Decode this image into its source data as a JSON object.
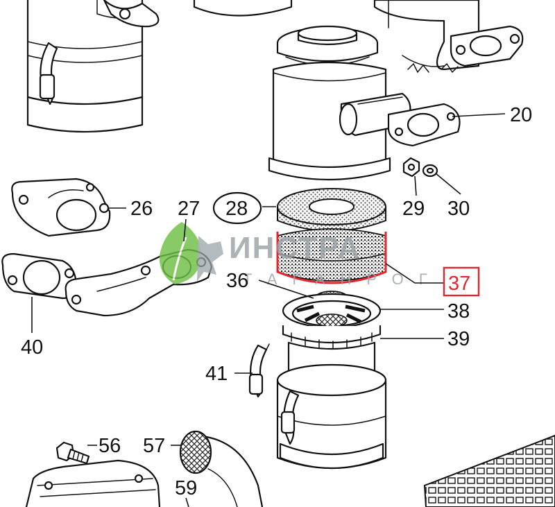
{
  "colors": {
    "line": "#111111",
    "highlight": "#e1262d",
    "watermark_green": "#6fbf45",
    "watermark_gray": "#9aa3a8"
  },
  "watermark": {
    "brand": "ИНСТРА",
    "sub": "ТАГАНРОГ"
  },
  "callouts": [
    {
      "id": "20",
      "text": "20"
    },
    {
      "id": "26",
      "text": "26"
    },
    {
      "id": "27",
      "text": "27"
    },
    {
      "id": "28",
      "text": "28",
      "style": "circled"
    },
    {
      "id": "29",
      "text": "29"
    },
    {
      "id": "30",
      "text": "30"
    },
    {
      "id": "36",
      "text": "36"
    },
    {
      "id": "37",
      "text": "37",
      "style": "boxed-red"
    },
    {
      "id": "38",
      "text": "38"
    },
    {
      "id": "39",
      "text": "39"
    },
    {
      "id": "40",
      "text": "40"
    },
    {
      "id": "41",
      "text": "41"
    },
    {
      "id": "56",
      "text": "56"
    },
    {
      "id": "57",
      "text": "57"
    },
    {
      "id": "59",
      "text": "59"
    }
  ]
}
